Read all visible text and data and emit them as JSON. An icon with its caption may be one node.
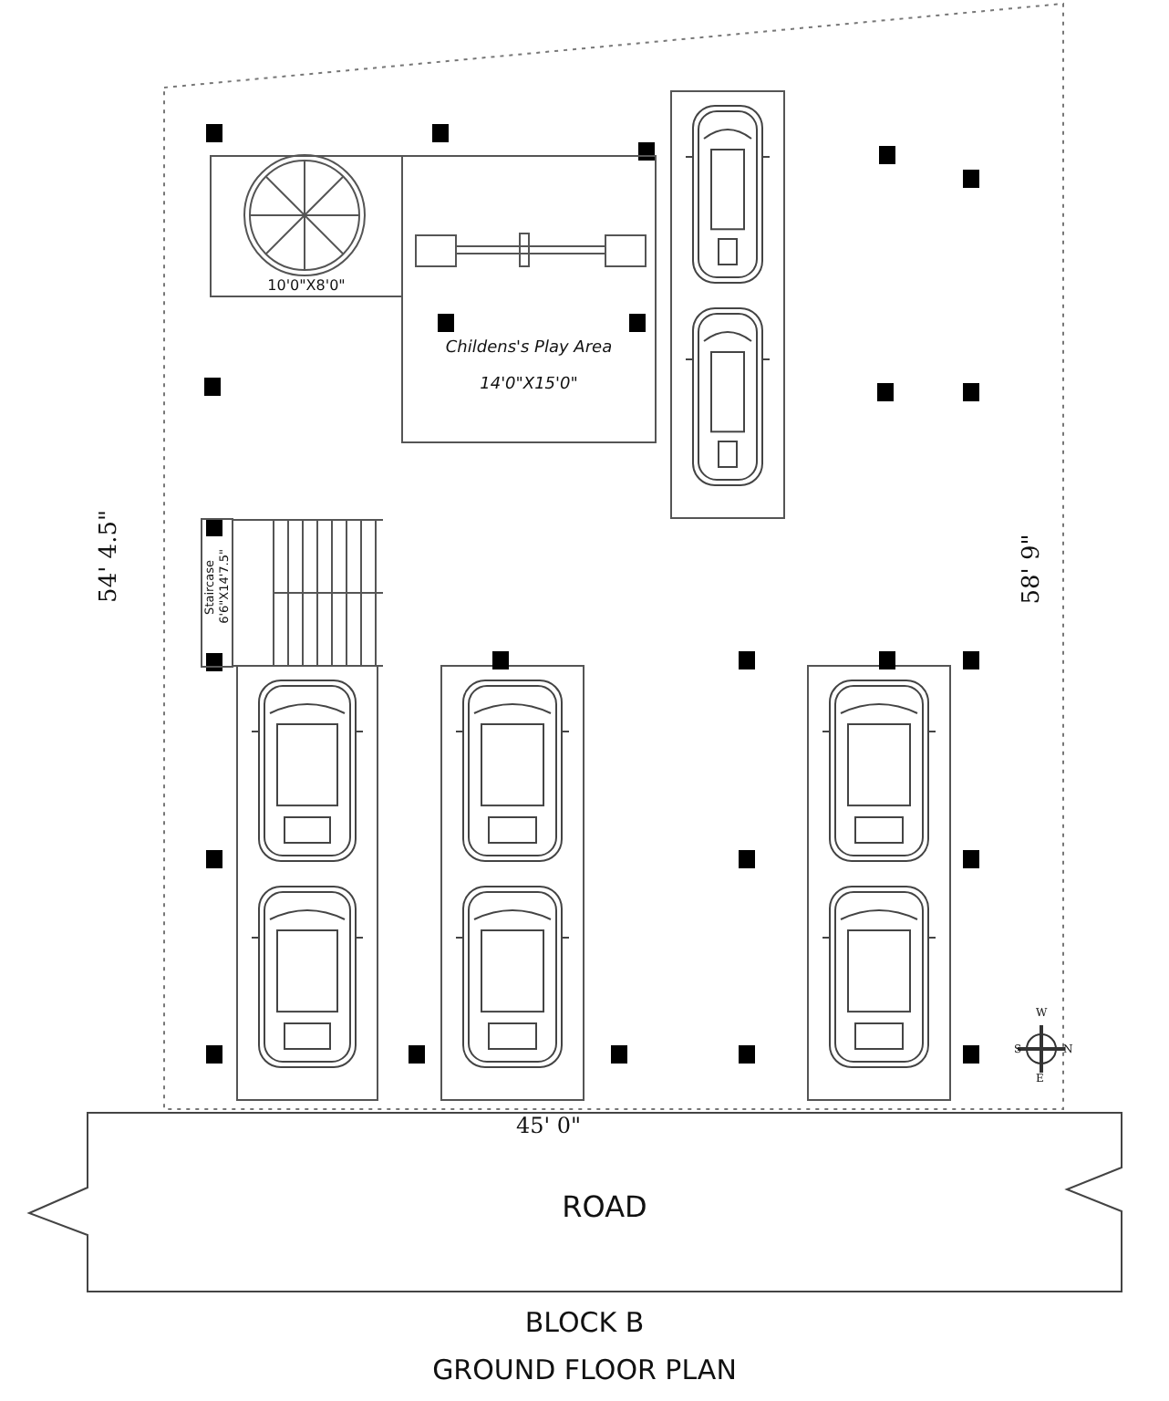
{
  "diagram": {
    "title": "BLOCK B",
    "caption": "GROUND FLOOR PLAN",
    "nodes": [
      {
        "text": [
          "10'0\"X8'0\""
        ]
      },
      {
        "text": [
          "Childens's Play Area",
          "14'0\"X15'0\""
        ]
      },
      {
        "text": [
          "Staircase",
          "6'6\"X14'7.5\""
        ]
      },
      {
        "text": [
          "ROAD"
        ]
      }
    ],
    "labels": [
      "54' 4.5\"",
      "58' 9\"",
      "45' 0\"",
      "W",
      "S",
      "N",
      "E"
    ]
  }
}
